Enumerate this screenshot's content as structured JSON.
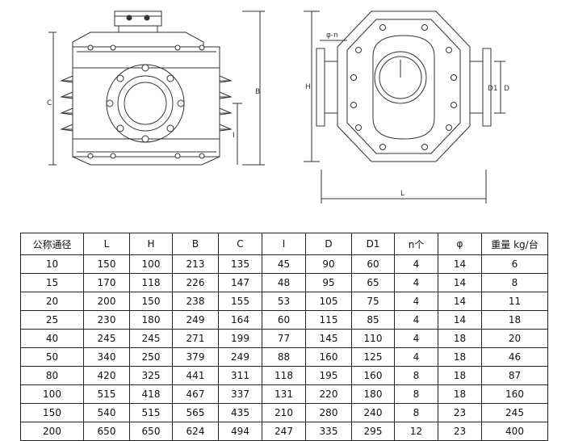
{
  "drawing": {
    "labels": {
      "C": "C",
      "B": "B",
      "I": "I",
      "H": "H",
      "D": "D",
      "D1": "D1",
      "L": "L",
      "phi_n": "φ-n"
    },
    "colors": {
      "line": "#333333"
    }
  },
  "table": {
    "headers": [
      "公称通径",
      "L",
      "H",
      "B",
      "C",
      "I",
      "D",
      "D1",
      "n个",
      "φ",
      "重量 kg/台"
    ],
    "rows": [
      [
        "10",
        "150",
        "100",
        "213",
        "135",
        "45",
        "90",
        "60",
        "4",
        "14",
        "6"
      ],
      [
        "15",
        "170",
        "118",
        "226",
        "147",
        "48",
        "95",
        "65",
        "4",
        "14",
        "8"
      ],
      [
        "20",
        "200",
        "150",
        "238",
        "155",
        "53",
        "105",
        "75",
        "4",
        "14",
        "11"
      ],
      [
        "25",
        "230",
        "180",
        "249",
        "164",
        "60",
        "115",
        "85",
        "4",
        "14",
        "18"
      ],
      [
        "40",
        "245",
        "245",
        "271",
        "199",
        "77",
        "145",
        "110",
        "4",
        "18",
        "20"
      ],
      [
        "50",
        "340",
        "250",
        "379",
        "249",
        "88",
        "160",
        "125",
        "4",
        "18",
        "46"
      ],
      [
        "80",
        "420",
        "325",
        "441",
        "311",
        "118",
        "195",
        "160",
        "8",
        "18",
        "87"
      ],
      [
        "100",
        "515",
        "418",
        "467",
        "337",
        "131",
        "220",
        "180",
        "8",
        "18",
        "160"
      ],
      [
        "150",
        "540",
        "515",
        "565",
        "435",
        "210",
        "280",
        "240",
        "8",
        "23",
        "245"
      ],
      [
        "200",
        "650",
        "650",
        "624",
        "494",
        "247",
        "335",
        "295",
        "12",
        "23",
        "400"
      ]
    ]
  }
}
